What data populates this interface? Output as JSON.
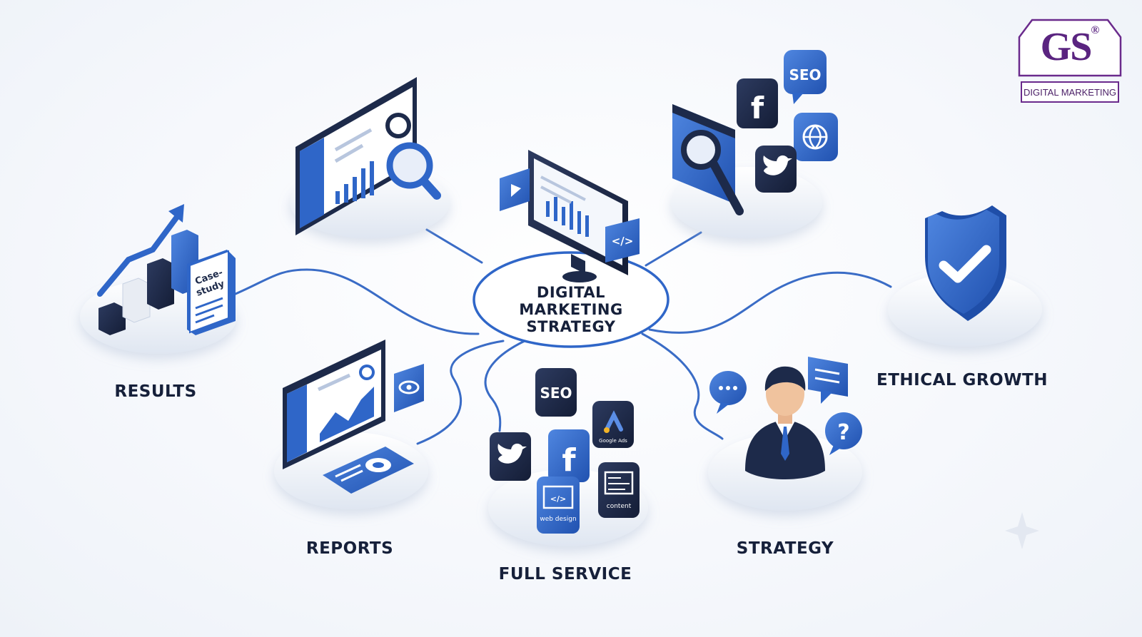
{
  "center": {
    "lines": [
      "DIGITAL",
      "MARKETING",
      "STRATEGY"
    ]
  },
  "nodes": {
    "results": "RESULTS",
    "reports": "REPORTS",
    "full_service": "FULL SERVICE",
    "strategy": "STRATEGY",
    "ethical_growth": "ETHICAL GROWTH"
  },
  "case_study": {
    "line1": "Case-",
    "line2": "study"
  },
  "tiles": {
    "seo": "SEO",
    "facebook": "f",
    "google_ads": "Google Ads",
    "content": "content",
    "web_design": "web design",
    "code": "</>"
  },
  "logo": {
    "mark": "GS",
    "registered": "®",
    "tagline": "DIGITAL MARKETING"
  },
  "colors": {
    "primary": "#2f66c8",
    "dark": "#1d2a4a",
    "light": "#e9eef7",
    "logo": "#5a2480"
  },
  "icons": [
    "monitor-icon",
    "magnifier-icon",
    "bar-chart-icon",
    "shield-check-icon",
    "businessman-icon",
    "chat-bubble-icon",
    "question-icon",
    "eye-icon",
    "twitter-icon",
    "facebook-icon",
    "globe-icon",
    "play-icon"
  ]
}
